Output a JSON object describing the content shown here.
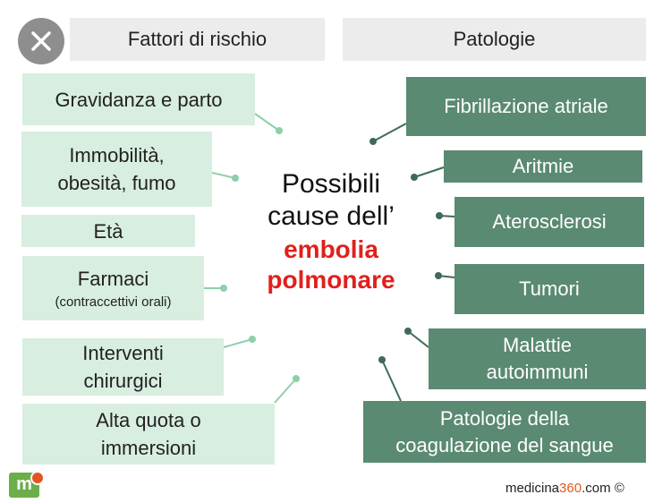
{
  "headers": {
    "left": "Fattori di rischio",
    "right": "Patologie"
  },
  "risk_factors": [
    {
      "lines": [
        "Gravidanza e parto"
      ]
    },
    {
      "lines": [
        "Immobilità,",
        "obesità, fumo"
      ]
    },
    {
      "lines": [
        "Età"
      ]
    },
    {
      "lines": [
        "Farmaci"
      ],
      "note": "(contraccettivi orali)"
    },
    {
      "lines": [
        "Interventi",
        "chirurgici"
      ]
    },
    {
      "lines": [
        "Alta quota o",
        "immersioni"
      ]
    }
  ],
  "pathologies": [
    {
      "lines": [
        "Fibrillazione atriale"
      ]
    },
    {
      "lines": [
        "Aritmie"
      ]
    },
    {
      "lines": [
        "Aterosclerosi"
      ]
    },
    {
      "lines": [
        "Tumori"
      ]
    },
    {
      "lines": [
        "Malattie",
        "autoimmuni"
      ]
    },
    {
      "lines": [
        "Patologie della",
        "coagulazione del sangue"
      ]
    }
  ],
  "center": {
    "line1": "Possibili",
    "line2": "cause dell’",
    "emph1": "embolia",
    "emph2": "polmonare"
  },
  "footer": {
    "brand_prefix": "medicina",
    "brand_number": "360",
    "brand_suffix": ".com ©"
  },
  "logo": {
    "letter": "m"
  },
  "icons": {
    "close": "close-icon",
    "logo": "medicina360-logo-icon"
  },
  "colors": {
    "left_box": "#d8eee0",
    "right_box": "#5a8a72",
    "emphasis": "#e0201b",
    "connector_left": "#8fcfaa",
    "connector_right": "#3f6b56"
  }
}
